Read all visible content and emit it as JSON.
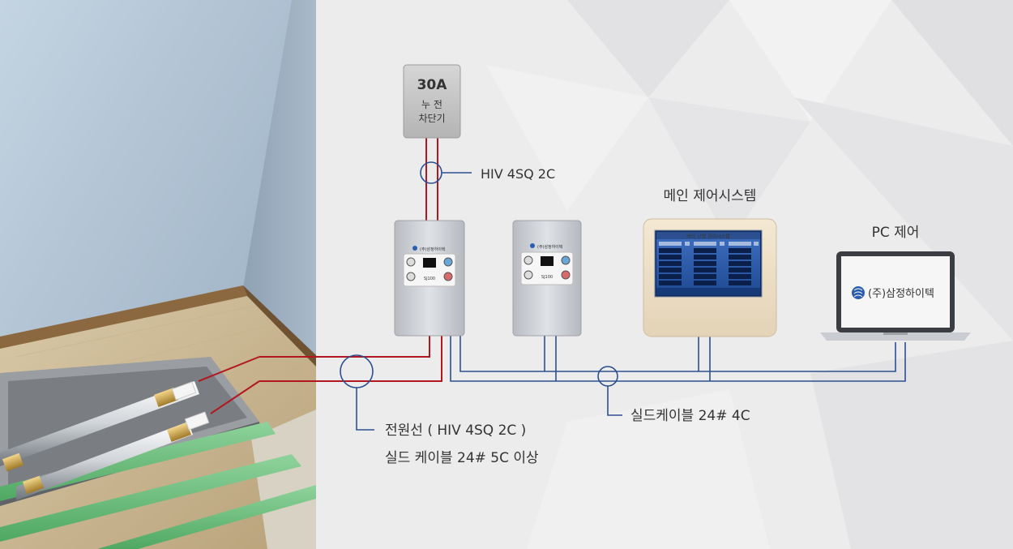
{
  "breaker": {
    "amperage": "30A",
    "line1": "누 전",
    "line2": "차단기"
  },
  "labels": {
    "hiv_cable": "HIV 4SQ 2C",
    "main_control": "메인 제어시스템",
    "pc_control": "PC 제어",
    "power_cable_line1": "전원선 ( HIV 4SQ 2C )",
    "power_cable_line2": "실드 케이블 24# 5C 이상",
    "shield_cable": "실드케이블 24# 4C"
  },
  "controllers": [
    {
      "brand": "(주)삼정하이텍",
      "model": "SJ100"
    },
    {
      "brand": "(주)삼정하이텍",
      "model": "SJ100"
    }
  ],
  "main_panel": {
    "screen_title": "바닥 난방 관리시스템"
  },
  "laptop": {
    "logo_text": "(주)삼정하이텍"
  },
  "colors": {
    "breaker_red": "#e0161b",
    "power_line": "#b2161e",
    "shield_line": "#2d4f8e",
    "brand_blue": "#2a5db0"
  }
}
